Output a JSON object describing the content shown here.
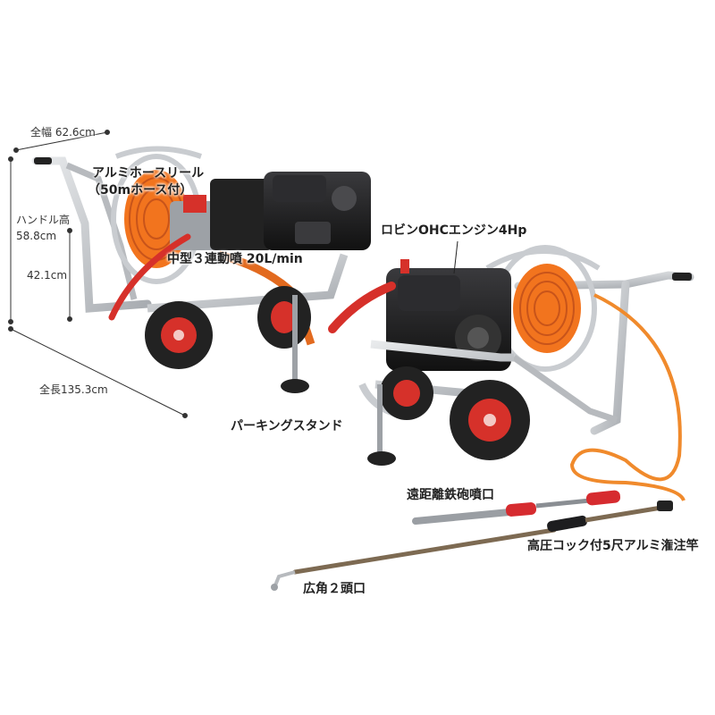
{
  "dimensions": {
    "width_label": "全幅 62.6cm",
    "handle_height_label": "ハンドル高",
    "handle_height_value": "58.8cm",
    "mid_height_label": "42.1cm",
    "length_label": "全長135.3cm"
  },
  "callouts": {
    "hose_reel": "アルミホースリール",
    "hose_reel_note": "（50mホース付）",
    "pump": "中型３連動噴 20L/min",
    "engine": "ロビンOHCエンジン4Hp",
    "parking_stand": "パーキングスタンド",
    "long_nozzle": "遠距離鉄砲噴口",
    "lance": "高圧コック付5尺アルミ潅注竿",
    "wide_nozzle": "広角２頭口"
  },
  "colors": {
    "frame": "#c9ccd0",
    "hose": "#f08a2c",
    "reel_hose": "#f2741e",
    "engine": "#1c1c1e",
    "wheel_rim": "#d6312a",
    "tire": "#222222",
    "red_pipe": "#d6302a",
    "grip": "#d62b2f"
  }
}
